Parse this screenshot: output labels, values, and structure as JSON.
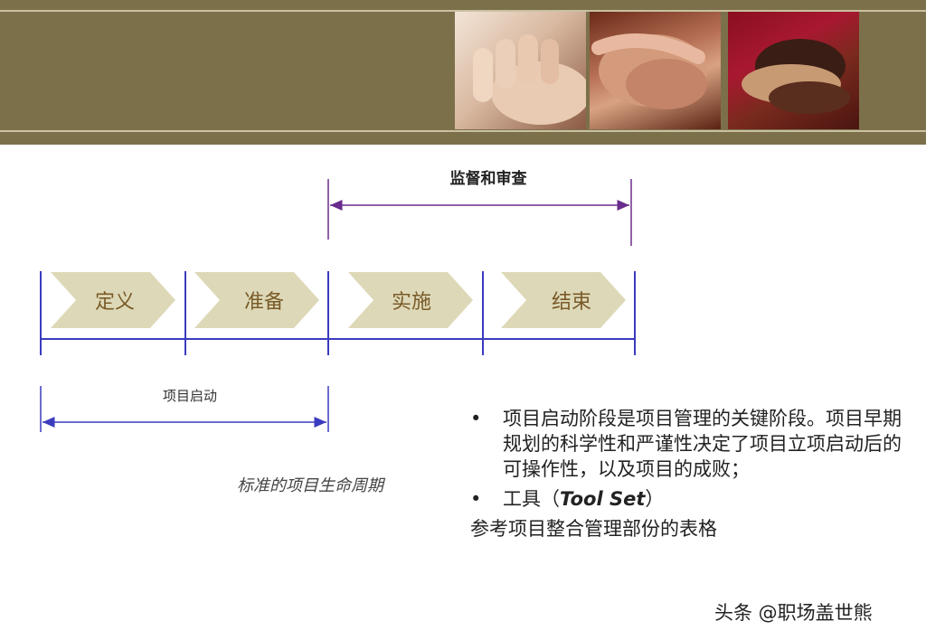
{
  "header": {
    "photos": [
      {
        "name": "hands-photo-1",
        "alt": ""
      },
      {
        "name": "hands-photo-2",
        "alt": ""
      },
      {
        "name": "hands-photo-3",
        "alt": ""
      }
    ],
    "background_color": "#7c704b"
  },
  "diagram": {
    "monitor_label": "监督和审查",
    "phases": [
      "定义",
      "准备",
      "实施",
      "结束"
    ],
    "initiation_label": "项目启动",
    "caption": "标准的项目生命周期",
    "colors": {
      "chevron_fill": "#ddd9b8",
      "chevron_text": "#7a5a28",
      "timeline": "#3b3bbf",
      "monitor_arrow": "#6a2c8c"
    }
  },
  "notes": {
    "bullet_symbol": "•",
    "bullet1": "项目启动阶段是项目管理的关键阶段。项目早期规划的科学性和严谨性决定了项目立项启动后的可操作性，以及项目的成败；",
    "bullet2_prefix": "工具（",
    "bullet2_en": "Tool Set",
    "bullet2_suffix": "）",
    "reference": "参考项目整合管理部份的表格"
  },
  "watermark": "头条 @职场盖世熊"
}
